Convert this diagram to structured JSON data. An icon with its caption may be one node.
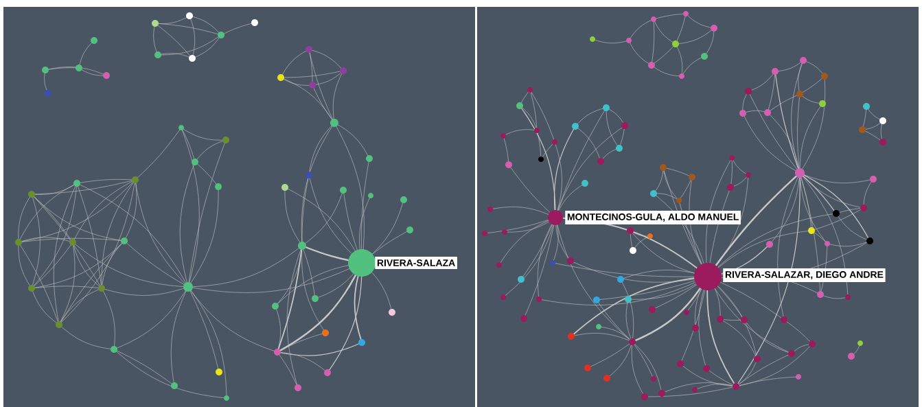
{
  "diagram": {
    "nodes": [
      {
        "text": [
          "RIVERA-SALAZA"
        ]
      },
      {
        "text": [
          "MONTECINOS-GULA, ALDO MANUEL"
        ]
      },
      {
        "text": [
          "RIVERA-SALAZAR, DIEGO ANDRE"
        ]
      }
    ]
  }
}
